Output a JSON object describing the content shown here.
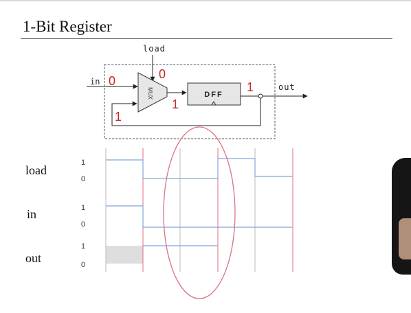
{
  "slide": {
    "title": "1-Bit Register"
  },
  "diagram": {
    "load_label": "load",
    "in_label": "in",
    "out_label": "out",
    "mux_label": "MUX",
    "dff_label": "DFF",
    "in_value": "0",
    "load_value": "0",
    "feedback_value": "1",
    "mux_out_value": "1",
    "out_value": "1",
    "accent_color": "#c62828"
  },
  "timing": {
    "signals": [
      {
        "name": "load",
        "high": "1",
        "low": "0"
      },
      {
        "name": "in",
        "high": "1",
        "low": "0"
      },
      {
        "name": "out",
        "high": "1",
        "low": "0"
      }
    ]
  }
}
